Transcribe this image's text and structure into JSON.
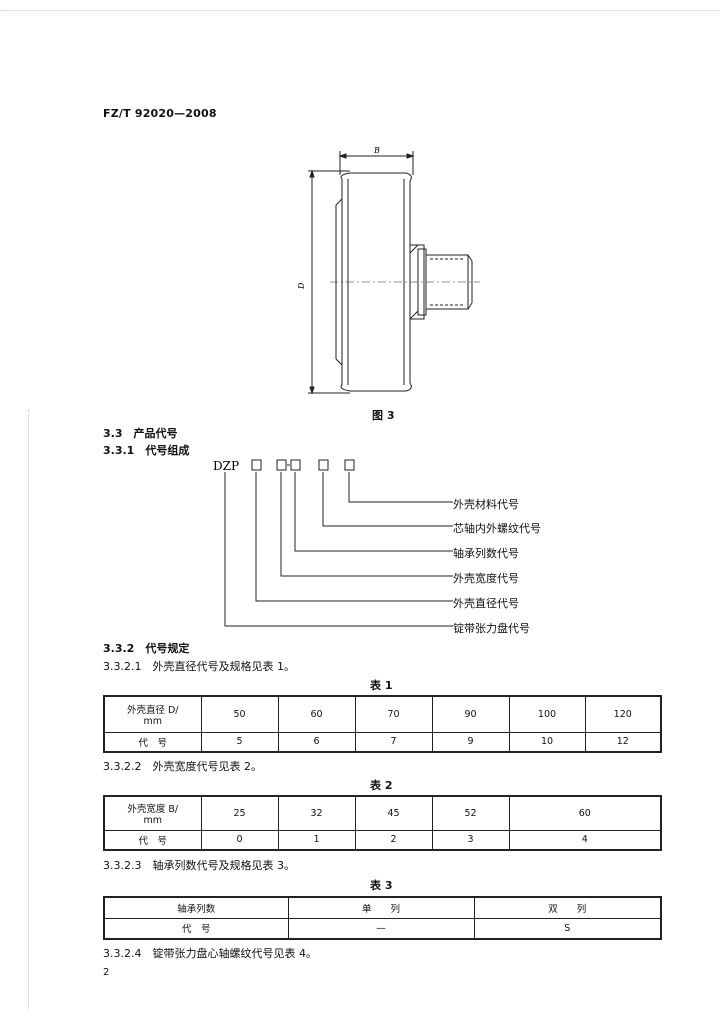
{
  "header": {
    "standard_code": "FZ/T 92020—2008"
  },
  "figure": {
    "label_B": "B",
    "label_D": "D",
    "caption": "图 3"
  },
  "section_3_3": {
    "heading": "3.3　产品代号"
  },
  "section_3_3_1": {
    "heading": "3.3.1　代号组成"
  },
  "code_diagram": {
    "prefix": "DZP",
    "labels": [
      "外壳材料代号",
      "芯轴内外螺纹代号",
      "轴承列数代号",
      "外壳宽度代号",
      "外壳直径代号",
      "锭带张力盘代号"
    ]
  },
  "section_3_3_2": {
    "heading": "3.3.2　代号规定"
  },
  "para_3_3_2_1": {
    "text": "3.3.2.1　外壳直径代号及规格见表 1。"
  },
  "table1": {
    "caption": "表 1",
    "row1_header_line1": "外壳直径 D/",
    "row1_header_line2": "mm",
    "row1": [
      "50",
      "60",
      "70",
      "90",
      "100",
      "120"
    ],
    "row2_header": "代　号",
    "row2": [
      "5",
      "6",
      "7",
      "9",
      "10",
      "12"
    ]
  },
  "para_3_3_2_2": {
    "text": "3.3.2.2　外壳宽度代号见表 2。"
  },
  "table2": {
    "caption": "表 2",
    "row1_header_line1": "外壳宽度 B/",
    "row1_header_line2": "mm",
    "row1": [
      "25",
      "32",
      "45",
      "52",
      "60"
    ],
    "row2_header": "代　号",
    "row2": [
      "0",
      "1",
      "2",
      "3",
      "4"
    ]
  },
  "para_3_3_2_3": {
    "text": "3.3.2.3　轴承列数代号及规格见表 3。"
  },
  "table3": {
    "caption": "表 3",
    "row1_header": "轴承列数",
    "row1": [
      "单　　列",
      "双　　列"
    ],
    "row2_header": "代　号",
    "row2": [
      "—",
      "S"
    ]
  },
  "para_3_3_2_4": {
    "text": "3.3.2.4　锭带张力盘心轴螺纹代号见表 4。"
  },
  "page_number": "2"
}
